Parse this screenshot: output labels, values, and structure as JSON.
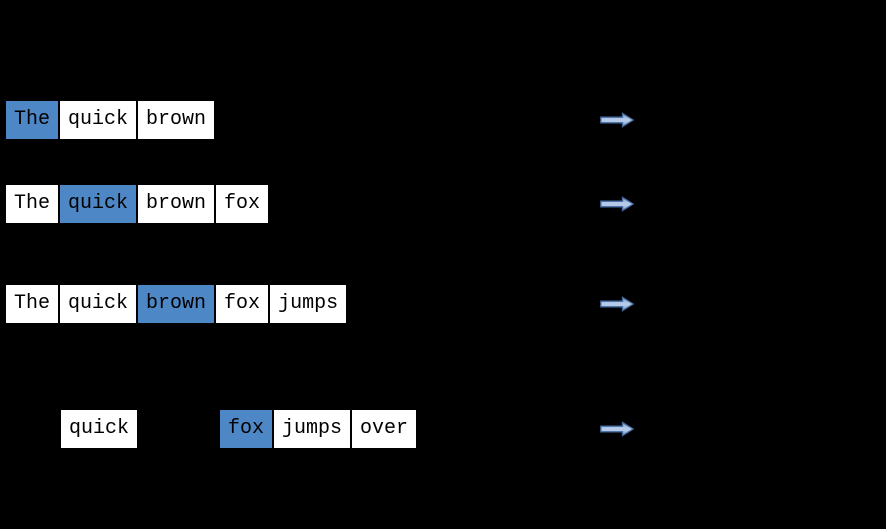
{
  "diagram": {
    "kind": "sliding-context-window",
    "sentence_words_visible": [
      "The",
      "quick",
      "brown",
      "fox",
      "jumps",
      "over"
    ]
  },
  "colors": {
    "background": "#000000",
    "box_background": "#ffffff",
    "box_border": "#000000",
    "box_text": "#000000",
    "highlight_background": "#4e87c6",
    "arrow_stroke": "#44699d",
    "arrow_fill_dark": "#6e96c9",
    "arrow_fill_light": "#b5cae8"
  },
  "icons": {
    "right_arrow": "→"
  },
  "rows": [
    {
      "groups": [
        {
          "words": [
            {
              "text": "The",
              "highlight": true
            },
            {
              "text": "quick",
              "highlight": false
            },
            {
              "text": "brown",
              "highlight": false
            }
          ]
        }
      ]
    },
    {
      "groups": [
        {
          "words": [
            {
              "text": "The",
              "highlight": false
            },
            {
              "text": "quick",
              "highlight": true
            },
            {
              "text": "brown",
              "highlight": false
            },
            {
              "text": "fox",
              "highlight": false
            }
          ]
        }
      ]
    },
    {
      "groups": [
        {
          "words": [
            {
              "text": "The",
              "highlight": false
            },
            {
              "text": "quick",
              "highlight": false
            },
            {
              "text": "brown",
              "highlight": true
            },
            {
              "text": "fox",
              "highlight": false
            },
            {
              "text": "jumps",
              "highlight": false
            }
          ]
        }
      ]
    },
    {
      "groups": [
        {
          "words": [
            {
              "text": "quick",
              "highlight": false
            }
          ]
        },
        {
          "words": [
            {
              "text": "fox",
              "highlight": true
            },
            {
              "text": "jumps",
              "highlight": false
            },
            {
              "text": "over",
              "highlight": false
            }
          ]
        }
      ]
    }
  ],
  "arrow_count": 4
}
